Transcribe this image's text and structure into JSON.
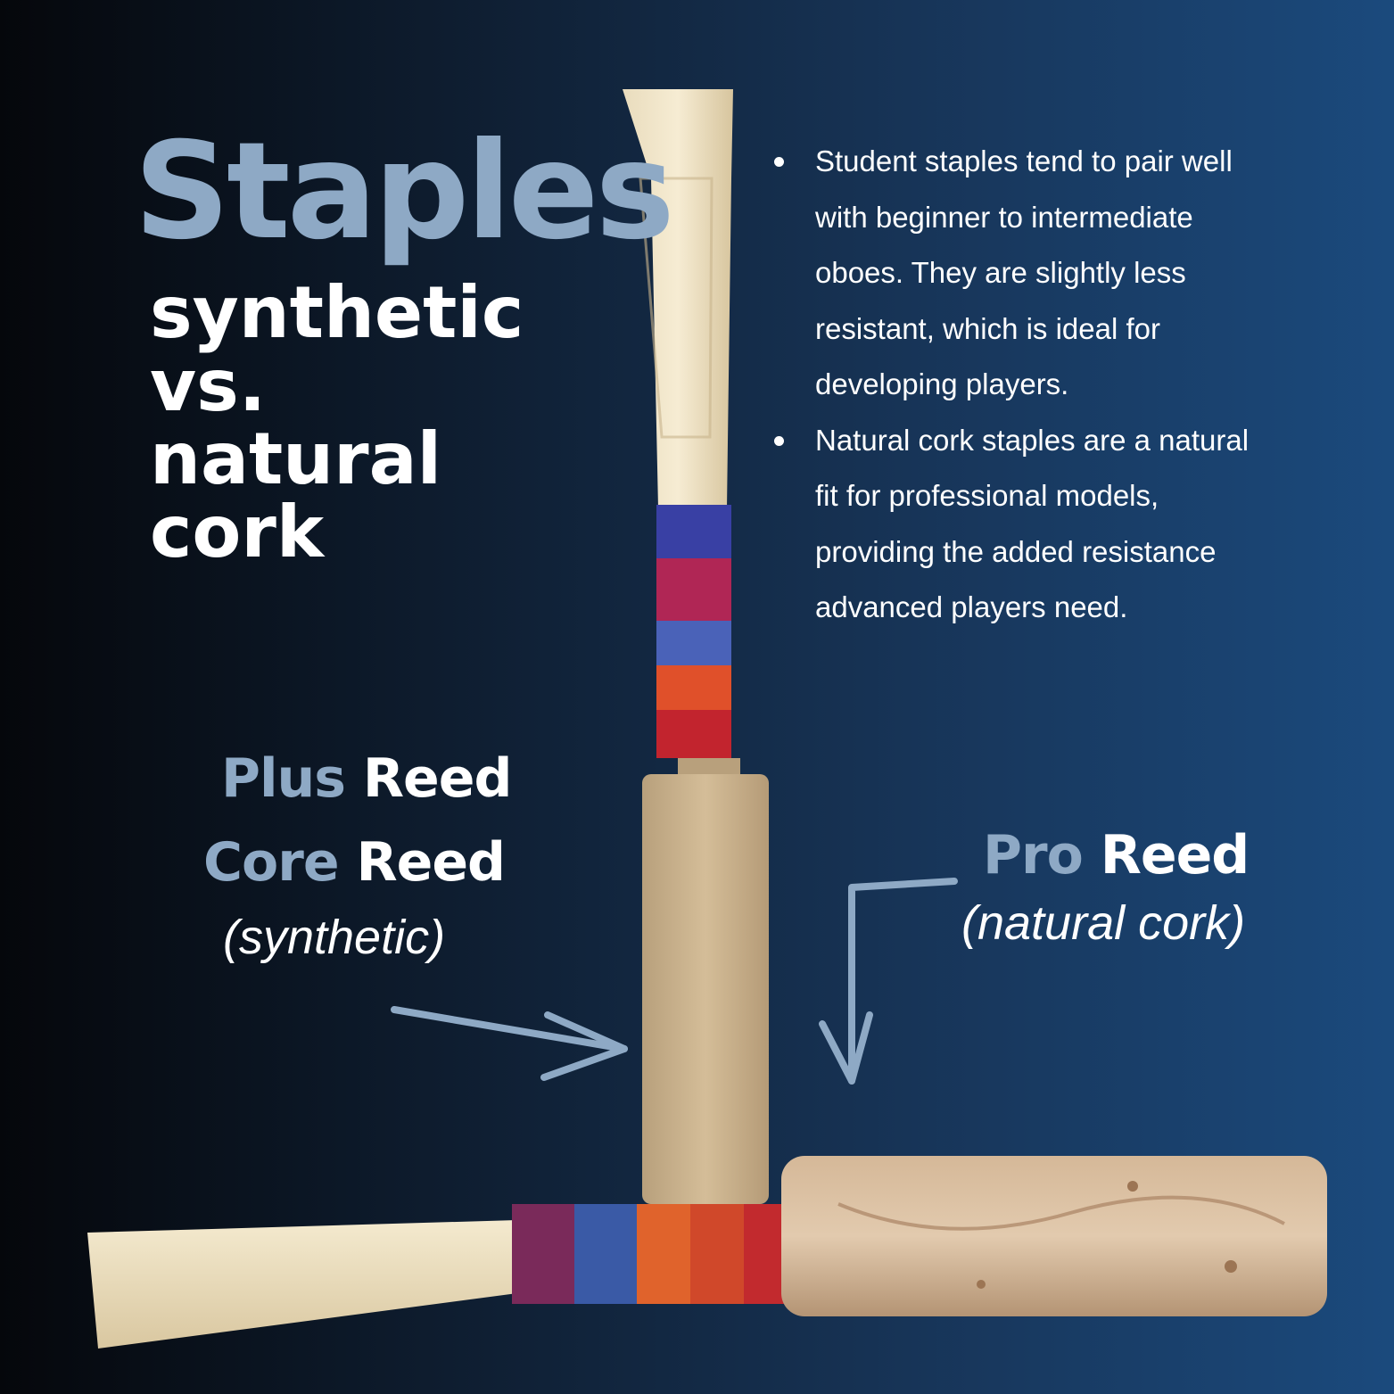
{
  "headline": {
    "title": "Staples",
    "subtitle_lines": [
      "synthetic",
      "vs.",
      "natural",
      "cork"
    ]
  },
  "bullets": [
    "Student staples tend to pair well with beginner to intermediate oboes. They are slightly less resistant, which is ideal for developing players.",
    "Natural cork staples are a natural fit for professional models, providing the added resistance advanced players need."
  ],
  "left_labels": {
    "plus_prefix": "Plus",
    "plus_suffix": "Reed",
    "core_prefix": "Core",
    "core_suffix": "Reed",
    "note": "(synthetic)"
  },
  "right_labels": {
    "pro_prefix": "Pro",
    "pro_suffix": "Reed",
    "note": "(natural cork)"
  },
  "colors": {
    "accent": "#8ea9c5",
    "text": "#ffffff",
    "background_dark": "#05070b",
    "background_light": "#1b4a7d"
  }
}
